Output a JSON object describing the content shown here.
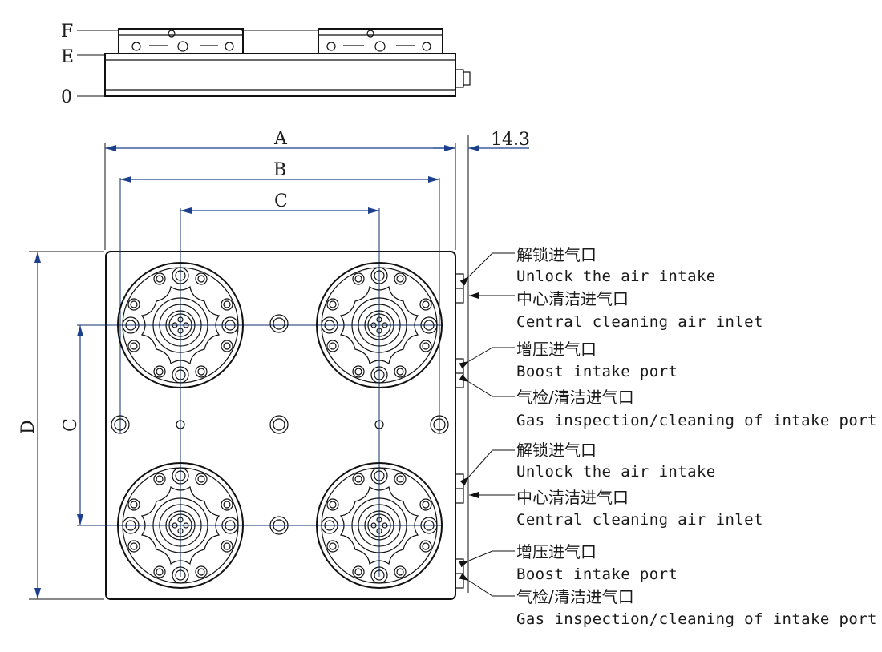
{
  "side_view": {
    "level_labels": [
      "F",
      "E",
      "0"
    ]
  },
  "dimensions": {
    "a": "A",
    "b": "B",
    "c_horizontal": "C",
    "c_vertical": "C",
    "d": "D",
    "offset": "14.3"
  },
  "ports": [
    {
      "cn": "解锁进气口",
      "en": "Unlock the air intake"
    },
    {
      "cn": "中心清洁进气口",
      "en": "Central cleaning air inlet"
    },
    {
      "cn": "增压进气口",
      "en": "Boost intake port"
    },
    {
      "cn": "气检/清洁进气口",
      "en": "Gas inspection/cleaning of intake port"
    },
    {
      "cn": "解锁进气口",
      "en": "Unlock the air intake"
    },
    {
      "cn": "中心清洁进气口",
      "en": "Central cleaning air inlet"
    },
    {
      "cn": "增压进气口",
      "en": "Boost intake port"
    },
    {
      "cn": "气检/清洁进气口",
      "en": "Gas inspection/cleaning of intake port"
    }
  ],
  "colors": {
    "dimension": "#1b3f8b",
    "outline": "#111111"
  }
}
